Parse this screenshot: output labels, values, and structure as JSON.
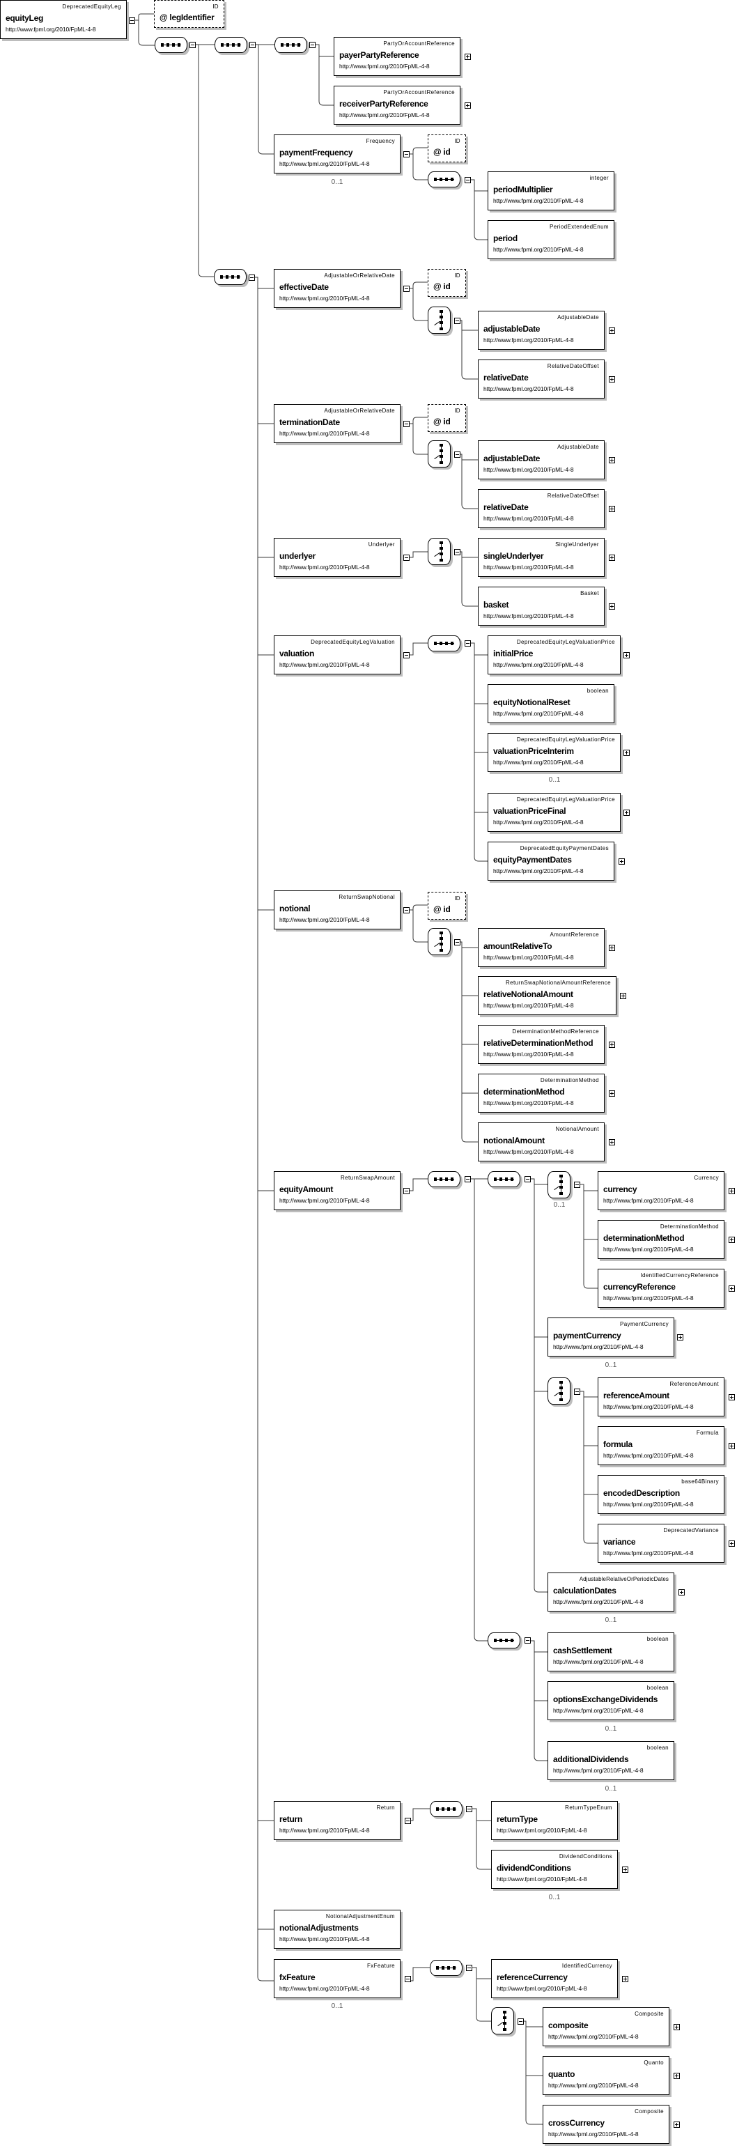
{
  "diagram": {
    "title": "equityLeg",
    "namespace": "http://www.fpml.org/2010/FpML-4-8",
    "kind": "xsd-element-tree"
  },
  "root": {
    "type": "DeprecatedEquityLeg",
    "name": "equityLeg",
    "ns": "http://www.fpml.org/2010/FpML-4-8"
  },
  "attributes": {
    "legIdentifier": {
      "type": "ID",
      "name": "@ legIdentifier"
    },
    "id_paymentFrequency": {
      "type": "ID",
      "name": "@ id"
    },
    "id_effectiveDate": {
      "type": "ID",
      "name": "@ id"
    },
    "id_terminationDate": {
      "type": "ID",
      "name": "@ id"
    },
    "id_notional": {
      "type": "ID",
      "name": "@ id"
    }
  },
  "nodes": {
    "payerPartyReference": {
      "type": "PartyOrAccountReference",
      "name": "payerPartyReference",
      "ns": "http://www.fpml.org/2010/FpML-4-8"
    },
    "receiverPartyReference": {
      "type": "PartyOrAccountReference",
      "name": "receiverPartyReference",
      "ns": "http://www.fpml.org/2010/FpML-4-8"
    },
    "paymentFrequency": {
      "type": "Frequency",
      "name": "paymentFrequency",
      "ns": "http://www.fpml.org/2010/FpML-4-8",
      "card": "0..1"
    },
    "periodMultiplier": {
      "type": "integer",
      "name": "periodMultiplier",
      "ns": "http://www.fpml.org/2010/FpML-4-8"
    },
    "period": {
      "type": "PeriodExtendedEnum",
      "name": "period",
      "ns": "http://www.fpml.org/2010/FpML-4-8"
    },
    "effectiveDate": {
      "type": "AdjustableOrRelativeDate",
      "name": "effectiveDate",
      "ns": "http://www.fpml.org/2010/FpML-4-8"
    },
    "adjustableDate1": {
      "type": "AdjustableDate",
      "name": "adjustableDate",
      "ns": "http://www.fpml.org/2010/FpML-4-8"
    },
    "relativeDate1": {
      "type": "RelativeDateOffset",
      "name": "relativeDate",
      "ns": "http://www.fpml.org/2010/FpML-4-8"
    },
    "terminationDate": {
      "type": "AdjustableOrRelativeDate",
      "name": "terminationDate",
      "ns": "http://www.fpml.org/2010/FpML-4-8"
    },
    "adjustableDate2": {
      "type": "AdjustableDate",
      "name": "adjustableDate",
      "ns": "http://www.fpml.org/2010/FpML-4-8"
    },
    "relativeDate2": {
      "type": "RelativeDateOffset",
      "name": "relativeDate",
      "ns": "http://www.fpml.org/2010/FpML-4-8"
    },
    "underlyer": {
      "type": "Underlyer",
      "name": "underlyer",
      "ns": "http://www.fpml.org/2010/FpML-4-8"
    },
    "singleUnderlyer": {
      "type": "SingleUnderlyer",
      "name": "singleUnderlyer",
      "ns": "http://www.fpml.org/2010/FpML-4-8"
    },
    "basket": {
      "type": "Basket",
      "name": "basket",
      "ns": "http://www.fpml.org/2010/FpML-4-8"
    },
    "valuation": {
      "type": "DeprecatedEquityLegValuation",
      "name": "valuation",
      "ns": "http://www.fpml.org/2010/FpML-4-8"
    },
    "initialPrice": {
      "type": "DeprecatedEquityLegValuationPrice",
      "name": "initialPrice",
      "ns": "http://www.fpml.org/2010/FpML-4-8"
    },
    "equityNotionalReset": {
      "type": "boolean",
      "name": "equityNotionalReset",
      "ns": "http://www.fpml.org/2010/FpML-4-8"
    },
    "valuationPriceInterim": {
      "type": "DeprecatedEquityLegValuationPrice",
      "name": "valuationPriceInterim",
      "ns": "http://www.fpml.org/2010/FpML-4-8",
      "card": "0..1"
    },
    "valuationPriceFinal": {
      "type": "DeprecatedEquityLegValuationPrice",
      "name": "valuationPriceFinal",
      "ns": "http://www.fpml.org/2010/FpML-4-8"
    },
    "equityPaymentDates": {
      "type": "DeprecatedEquityPaymentDates",
      "name": "equityPaymentDates",
      "ns": "http://www.fpml.org/2010/FpML-4-8"
    },
    "notional": {
      "type": "ReturnSwapNotional",
      "name": "notional",
      "ns": "http://www.fpml.org/2010/FpML-4-8"
    },
    "amountRelativeTo": {
      "type": "AmountReference",
      "name": "amountRelativeTo",
      "ns": "http://www.fpml.org/2010/FpML-4-8"
    },
    "relativeNotionalAmount": {
      "type": "ReturnSwapNotionalAmountReference",
      "name": "relativeNotionalAmount",
      "ns": "http://www.fpml.org/2010/FpML-4-8"
    },
    "relativeDeterminationMethod": {
      "type": "DeterminationMethodReference",
      "name": "relativeDeterminationMethod",
      "ns": "http://www.fpml.org/2010/FpML-4-8"
    },
    "determinationMethod1": {
      "type": "DeterminationMethod",
      "name": "determinationMethod",
      "ns": "http://www.fpml.org/2010/FpML-4-8"
    },
    "notionalAmount": {
      "type": "NotionalAmount",
      "name": "notionalAmount",
      "ns": "http://www.fpml.org/2010/FpML-4-8"
    },
    "equityAmount": {
      "type": "ReturnSwapAmount",
      "name": "equityAmount",
      "ns": "http://www.fpml.org/2010/FpML-4-8"
    },
    "currency": {
      "type": "Currency",
      "name": "currency",
      "ns": "http://www.fpml.org/2010/FpML-4-8",
      "card": "0..1"
    },
    "determinationMethod2": {
      "type": "DeterminationMethod",
      "name": "determinationMethod",
      "ns": "http://www.fpml.org/2010/FpML-4-8"
    },
    "currencyReference": {
      "type": "IdentifiedCurrencyReference",
      "name": "currencyReference",
      "ns": "http://www.fpml.org/2010/FpML-4-8"
    },
    "paymentCurrency": {
      "type": "PaymentCurrency",
      "name": "paymentCurrency",
      "ns": "http://www.fpml.org/2010/FpML-4-8",
      "card": "0..1"
    },
    "referenceAmount": {
      "type": "ReferenceAmount",
      "name": "referenceAmount",
      "ns": "http://www.fpml.org/2010/FpML-4-8"
    },
    "formula": {
      "type": "Formula",
      "name": "formula",
      "ns": "http://www.fpml.org/2010/FpML-4-8"
    },
    "encodedDescription": {
      "type": "base64Binary",
      "name": "encodedDescription",
      "ns": "http://www.fpml.org/2010/FpML-4-8"
    },
    "variance": {
      "type": "DeprecatedVariance",
      "name": "variance",
      "ns": "http://www.fpml.org/2010/FpML-4-8"
    },
    "calculationDates": {
      "type": "AdjustableRelativeOrPeriodicDates",
      "name": "calculationDates",
      "ns": "http://www.fpml.org/2010/FpML-4-8",
      "card": "0..1"
    },
    "cashSettlement": {
      "type": "boolean",
      "name": "cashSettlement",
      "ns": "http://www.fpml.org/2010/FpML-4-8"
    },
    "optionsExchangeDividends": {
      "type": "boolean",
      "name": "optionsExchangeDividends",
      "ns": "http://www.fpml.org/2010/FpML-4-8",
      "card": "0..1"
    },
    "additionalDividends": {
      "type": "boolean",
      "name": "additionalDividends",
      "ns": "http://www.fpml.org/2010/FpML-4-8",
      "card": "0..1"
    },
    "return": {
      "type": "Return",
      "name": "return",
      "ns": "http://www.fpml.org/2010/FpML-4-8"
    },
    "returnType": {
      "type": "ReturnTypeEnum",
      "name": "returnType",
      "ns": "http://www.fpml.org/2010/FpML-4-8"
    },
    "dividendConditions": {
      "type": "DividendConditions",
      "name": "dividendConditions",
      "ns": "http://www.fpml.org/2010/FpML-4-8",
      "card": "0..1"
    },
    "notionalAdjustments": {
      "type": "NotionalAdjustmentEnum",
      "name": "notionalAdjustments",
      "ns": "http://www.fpml.org/2010/FpML-4-8"
    },
    "fxFeature": {
      "type": "FxFeature",
      "name": "fxFeature",
      "ns": "http://www.fpml.org/2010/FpML-4-8",
      "card": "0..1"
    },
    "referenceCurrency": {
      "type": "IdentifiedCurrency",
      "name": "referenceCurrency",
      "ns": "http://www.fpml.org/2010/FpML-4-8"
    },
    "composite": {
      "type": "Composite",
      "name": "composite",
      "ns": "http://www.fpml.org/2010/FpML-4-8"
    },
    "quanto": {
      "type": "Quanto",
      "name": "quanto",
      "ns": "http://www.fpml.org/2010/FpML-4-8"
    },
    "crossCurrency": {
      "type": "Composite",
      "name": "crossCurrency",
      "ns": "http://www.fpml.org/2010/FpML-4-8"
    }
  },
  "compositors": {
    "sequence_labels": [
      "sequence"
    ],
    "choice_labels": [
      "choice"
    ]
  },
  "cardinality_extra": {
    "valuation_interim": "0..1",
    "paymentCurrency": "0..1",
    "currency": "0..1",
    "calculationDates": "0..1"
  },
  "colors": {
    "line": "#000000",
    "shadow": "#b4b4b4",
    "box_fill": "#ffffff",
    "card_text": "#555555"
  }
}
